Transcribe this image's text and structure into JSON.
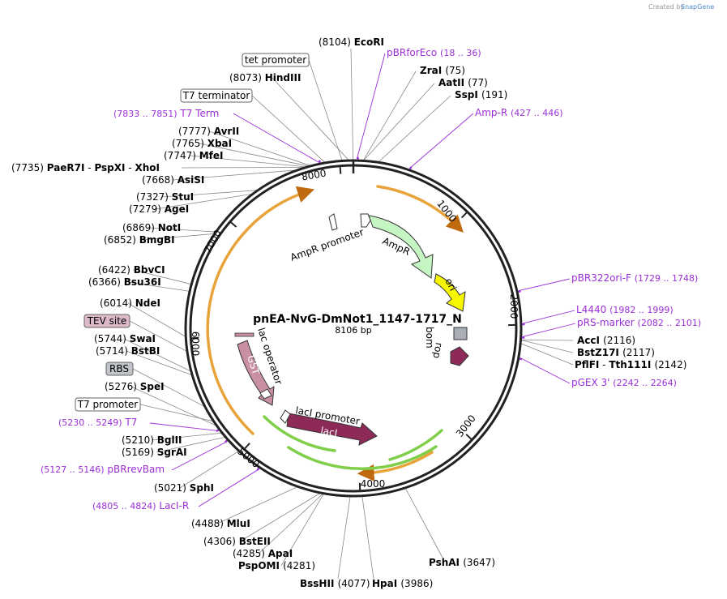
{
  "map": {
    "name": "pnEA-NvG-DmNot1_1147-1717_N",
    "size": "8106 bp",
    "credit": "Created by",
    "credit_brand": "SnapGene"
  },
  "ticks": [
    "1000",
    "2000",
    "3000",
    "4000",
    "5000",
    "6000",
    "7000",
    "8000"
  ],
  "enzymes": {
    "EcoRI": {
      "pos": "(8104)",
      "name": "EcoRI"
    },
    "ZraI": {
      "pos": "(75)",
      "name": "ZraI"
    },
    "AatII": {
      "pos": "(77)",
      "name": "AatII"
    },
    "SspI": {
      "pos": "(191)",
      "name": "SspI"
    },
    "HindIII": {
      "pos": "(8073)",
      "name": "HindIII"
    },
    "AvrII": {
      "pos": "(7777)",
      "name": "AvrII"
    },
    "XbaI": {
      "pos": "(7765)",
      "name": "XbaI"
    },
    "MfeI": {
      "pos": "(7747)",
      "name": "MfeI"
    },
    "PaeR7I": {
      "pos": "(7735)",
      "name": "PaeR7I",
      "n2": "PspXI",
      "n3": "XhoI"
    },
    "AsiSI": {
      "pos": "(7668)",
      "name": "AsiSI"
    },
    "StuI": {
      "pos": "(7327)",
      "name": "StuI"
    },
    "AgeI": {
      "pos": "(7279)",
      "name": "AgeI"
    },
    "NotI": {
      "pos": "(6869)",
      "name": "NotI"
    },
    "BmgBI": {
      "pos": "(6852)",
      "name": "BmgBI"
    },
    "BbvCI": {
      "pos": "(6422)",
      "name": "BbvCI"
    },
    "Bsu36I": {
      "pos": "(6366)",
      "name": "Bsu36I"
    },
    "NdeI": {
      "pos": "(6014)",
      "name": "NdeI"
    },
    "SwaI": {
      "pos": "(5744)",
      "name": "SwaI"
    },
    "BstBI": {
      "pos": "(5714)",
      "name": "BstBI"
    },
    "SpeI": {
      "pos": "(5276)",
      "name": "SpeI"
    },
    "BglII": {
      "pos": "(5210)",
      "name": "BglII"
    },
    "SgrAI": {
      "pos": "(5169)",
      "name": "SgrAI"
    },
    "SphI": {
      "pos": "(5021)",
      "name": "SphI"
    },
    "MluI": {
      "pos": "(4488)",
      "name": "MluI"
    },
    "BstEII": {
      "pos": "(4306)",
      "name": "BstEII"
    },
    "ApaI": {
      "pos": "(4285)",
      "name": "ApaI"
    },
    "PspOMI": {
      "pos": "(4281)",
      "name": "PspOMI"
    },
    "BssHII": {
      "pos": "(4077)",
      "name": "BssHII"
    },
    "HpaI": {
      "pos": "(3986)",
      "name": "HpaI"
    },
    "PshAI": {
      "pos": "(3647)",
      "name": "PshAI"
    },
    "AccI": {
      "pos": "(2116)",
      "name": "AccI"
    },
    "BstZ17I": {
      "pos": "(2117)",
      "name": "BstZ17I"
    },
    "PflFI": {
      "pos": "(2142)",
      "name": "PflFI",
      "n2": "Tth111I"
    }
  },
  "primers": {
    "pBRforEco": {
      "name": "pBRforEco",
      "range": "(18 .. 36)"
    },
    "AmpR": {
      "name": "Amp-R",
      "range": "(427 .. 446)"
    },
    "T7Term": {
      "name": "T7 Term",
      "range": "(7833 .. 7851)"
    },
    "pBR322oriF": {
      "name": "pBR322ori-F",
      "range": "(1729 .. 1748)"
    },
    "L4440": {
      "name": "L4440",
      "range": "(1982 .. 1999)"
    },
    "pRSmarker": {
      "name": "pRS-marker",
      "range": "(2082 .. 2101)"
    },
    "pGEX3": {
      "name": "pGEX 3'",
      "range": "(2242 .. 2264)"
    },
    "T7": {
      "name": "T7",
      "range": "(5230 .. 5249)"
    },
    "pBRrevBam": {
      "name": "pBRrevBam",
      "range": "(5127 .. 5146)"
    },
    "LacIR": {
      "name": "LacI-R",
      "range": "(4805 .. 4824)"
    }
  },
  "boxed": {
    "tet": "tet promoter",
    "t7term": "T7 terminator",
    "tev": "TEV site",
    "rbs": "RBS",
    "t7prom": "T7 promoter"
  },
  "features": {
    "ampr_promoter": "AmpR promoter",
    "ampr": "AmpR",
    "ori": "ori",
    "rop": "rop",
    "bom": "bom",
    "lac_operator": "lac operator",
    "gst": "GST",
    "laci_promoter": "lacI promoter",
    "laci": "lacI"
  },
  "colors": {
    "primer": "#9b2fd8",
    "ampr": "#c6f5c4",
    "ori": "#f7f700",
    "rop": "#8e2a58",
    "laci": "#8e2a58",
    "gst": "#c98fa5",
    "orf": "#e8a33a",
    "tev": "#ddb8c8",
    "rbs": "#c0c4c8"
  }
}
